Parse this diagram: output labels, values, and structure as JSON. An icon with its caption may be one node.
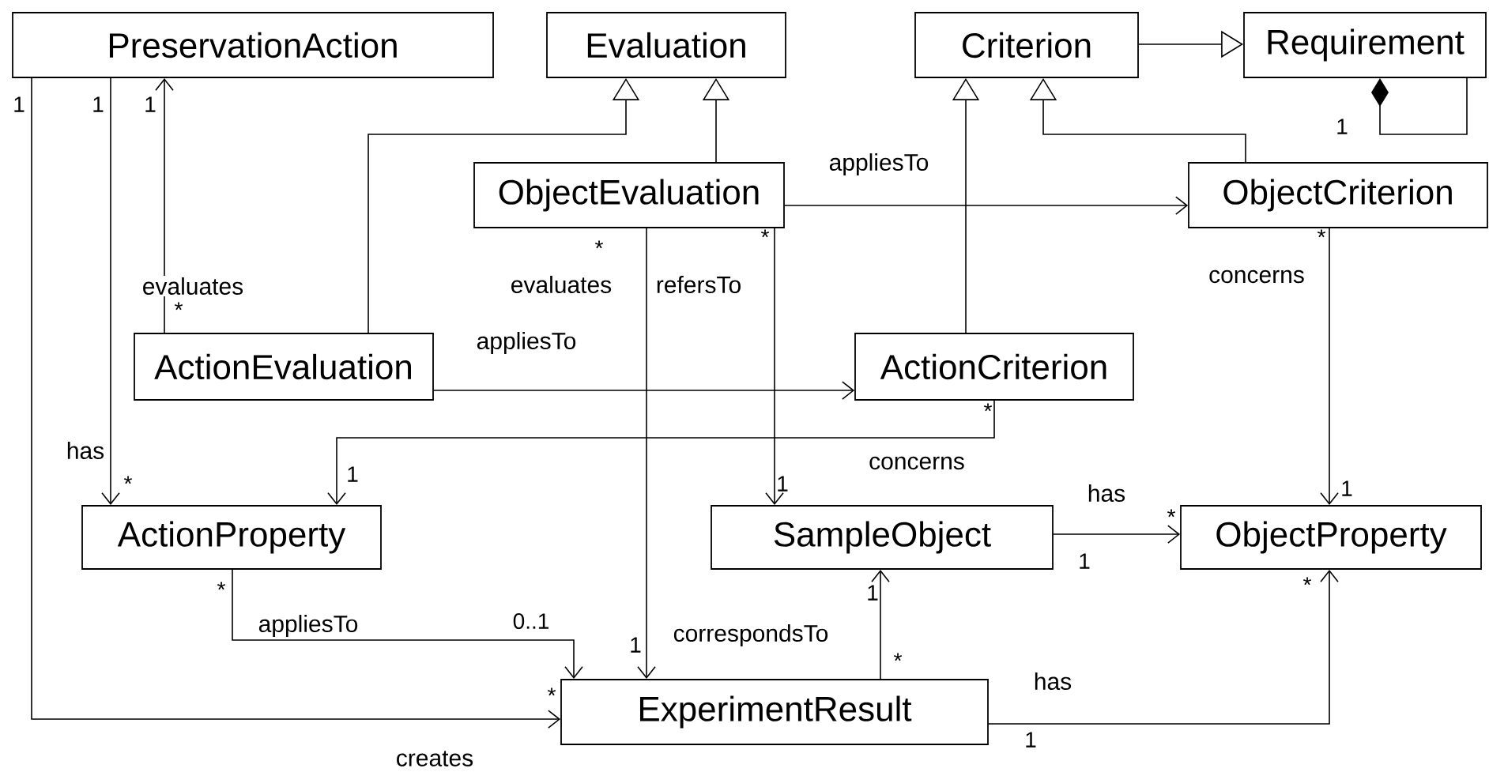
{
  "diagram": {
    "nodes": [
      {
        "text": [
          "PreservationAction"
        ]
      },
      {
        "text": [
          "Evaluation"
        ]
      },
      {
        "text": [
          "Criterion"
        ]
      },
      {
        "text": [
          "Requirement"
        ]
      },
      {
        "text": [
          "ObjectEvaluation"
        ]
      },
      {
        "text": [
          "ObjectCriterion"
        ]
      },
      {
        "text": [
          "ActionEvaluation"
        ]
      },
      {
        "text": [
          "ActionCriterion"
        ]
      },
      {
        "text": [
          "ActionProperty"
        ]
      },
      {
        "text": [
          "SampleObject"
        ]
      },
      {
        "text": [
          "ObjectProperty"
        ]
      },
      {
        "text": [
          "ExperimentResult"
        ]
      }
    ],
    "edges": [
      {
        "from": 0,
        "to": 11,
        "arrow": "to",
        "label": "creates"
      },
      {
        "from": 0,
        "to": 8,
        "arrow": "to",
        "label": "has"
      },
      {
        "from": 6,
        "to": 0,
        "arrow": "to",
        "label": "evaluates"
      },
      {
        "from": 6,
        "to": 1,
        "arrow": "to"
      },
      {
        "from": 4,
        "to": 1,
        "arrow": "to"
      },
      {
        "from": 4,
        "to": 5,
        "arrow": "to",
        "label": "appliesTo"
      },
      {
        "from": 4,
        "to": 11,
        "arrow": "to",
        "label": "evaluates"
      },
      {
        "from": 4,
        "to": 9,
        "arrow": "to",
        "label": "refersTo"
      },
      {
        "from": 6,
        "to": 7,
        "arrow": "to",
        "label": "appliesTo"
      },
      {
        "from": 7,
        "to": 2,
        "arrow": "to"
      },
      {
        "from": 5,
        "to": 2,
        "arrow": "to"
      },
      {
        "from": 2,
        "to": 3,
        "arrow": "to"
      },
      {
        "from": 3,
        "to": 3,
        "arrow": "other"
      },
      {
        "from": 7,
        "to": 8,
        "arrow": "to",
        "label": "concerns"
      },
      {
        "from": 5,
        "to": 10,
        "arrow": "to",
        "label": "concerns"
      },
      {
        "from": 9,
        "to": 10,
        "arrow": "to",
        "label": "has"
      },
      {
        "from": 8,
        "to": 11,
        "arrow": "to",
        "label": "appliesTo"
      },
      {
        "from": 11,
        "to": 9,
        "arrow": "to",
        "label": "correspondsTo"
      },
      {
        "from": 11,
        "to": 10,
        "arrow": "to",
        "label": "has"
      }
    ],
    "labels": [
      "1",
      "1",
      "1",
      "1",
      "*",
      "*",
      "*",
      "*",
      "*",
      "1",
      "*",
      "1",
      "1",
      "*",
      "1",
      "*",
      "*",
      "1",
      "0..1",
      "1",
      "*",
      "*",
      "1"
    ]
  }
}
